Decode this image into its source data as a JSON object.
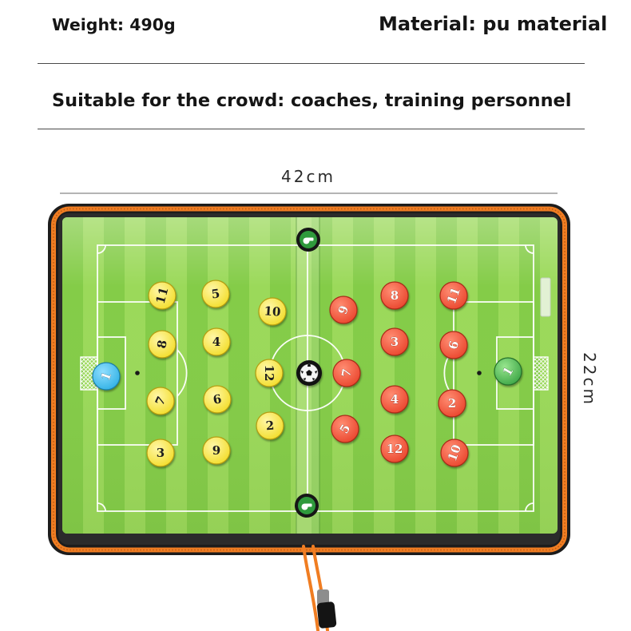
{
  "header": {
    "weight": "Weight: 490g",
    "material": "Material: pu material",
    "audience": "Suitable for the crowd: coaches, training personnel"
  },
  "dimensions": {
    "width_label": "42cm",
    "height_label": "22cm"
  },
  "board": {
    "yellow_team": {
      "goalkeeper": "1",
      "players": [
        "11",
        "5",
        "10",
        "8",
        "4",
        "12",
        "7",
        "6",
        "2",
        "3",
        "9"
      ]
    },
    "red_team": {
      "goalkeeper": "1",
      "players": [
        "9",
        "8",
        "11",
        "3",
        "6",
        "7",
        "4",
        "2",
        "5",
        "12",
        "10"
      ]
    },
    "pieces": {
      "ball": "soccer-ball-icon",
      "markers": "whistle-icon"
    }
  },
  "colors": {
    "yellow_magnet": "#f2dc26",
    "red_magnet": "#e9432b",
    "blue_goalkeeper": "#2eb0e4",
    "green_goalkeeper": "#3aa444",
    "marker_green": "#2f9a3c",
    "zipper": "#f07d22",
    "case": "#1c1c1c",
    "pitch_light": "#9bd95a",
    "pitch_dark": "#84cc48"
  }
}
